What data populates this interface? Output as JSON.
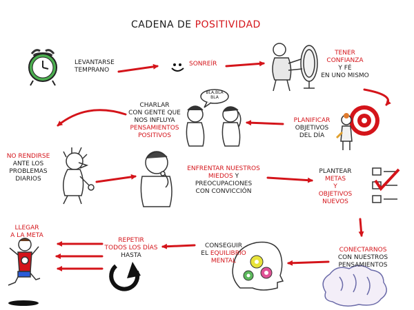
{
  "title": {
    "part1": "CADENA DE",
    "part2": "POSITIVIDAD"
  },
  "steps": {
    "levantarse": {
      "l1": "LEVANTARSE",
      "l2": "TEMPRANO"
    },
    "sonreir": {
      "l1": "SONREÍR"
    },
    "confianza": {
      "l1": "TENER",
      "l2": "CONFIANZA",
      "l3": "Y FÉ",
      "l4": "EN UNO MISMO"
    },
    "planificar": {
      "l1": "PLANIFICAR",
      "l2": "OBJETIVOS",
      "l3": "DEL DÍA"
    },
    "charlar": {
      "l1": "CHARLAR",
      "l2": "CON GENTE QUE",
      "l3": "NOS INFLUYA",
      "l4": "PENSAMIENTOS",
      "l5": "POSITIVOS"
    },
    "bubble": {
      "l1": "BLA,BLA",
      "l2": "BLA"
    },
    "no_rendirse": {
      "l1": "NO RENDIRSE",
      "l2": "ANTE LOS",
      "l3": "PROBLEMAS",
      "l4": "DIARIOS"
    },
    "enfrentar": {
      "l1": "ENFRENTAR NUESTROS",
      "l2": "MIEDOS",
      "l2b": " Y",
      "l3": "PREOCUPACIONES",
      "l4": "CON CONVICCIÓN"
    },
    "plantear": {
      "l1": "PLANTEAR",
      "l2": "METAS",
      "l3": "Y",
      "l4": "OBJETIVOS",
      "l5": "NUEVOS"
    },
    "conectarnos": {
      "l1": "CONECTARNOS",
      "l2": "CON NUESTROS",
      "l3": "PENSAMIENTOS"
    },
    "conseguir": {
      "l1": "CONSEGUIR",
      "l2a": "EL ",
      "l2b": "EQUILIBRIO",
      "l3": "MENTAL"
    },
    "repetir": {
      "l1": "REPETIR",
      "l2": "TODOS LOS DÍAS",
      "l3": "HASTA"
    },
    "llegar": {
      "l1": "LLEGAR",
      "l2": "A LA META"
    }
  },
  "colors": {
    "accent": "#d4141a",
    "ink": "#1a1a1a",
    "clock": "#4caf50",
    "target": "#d4141a"
  }
}
